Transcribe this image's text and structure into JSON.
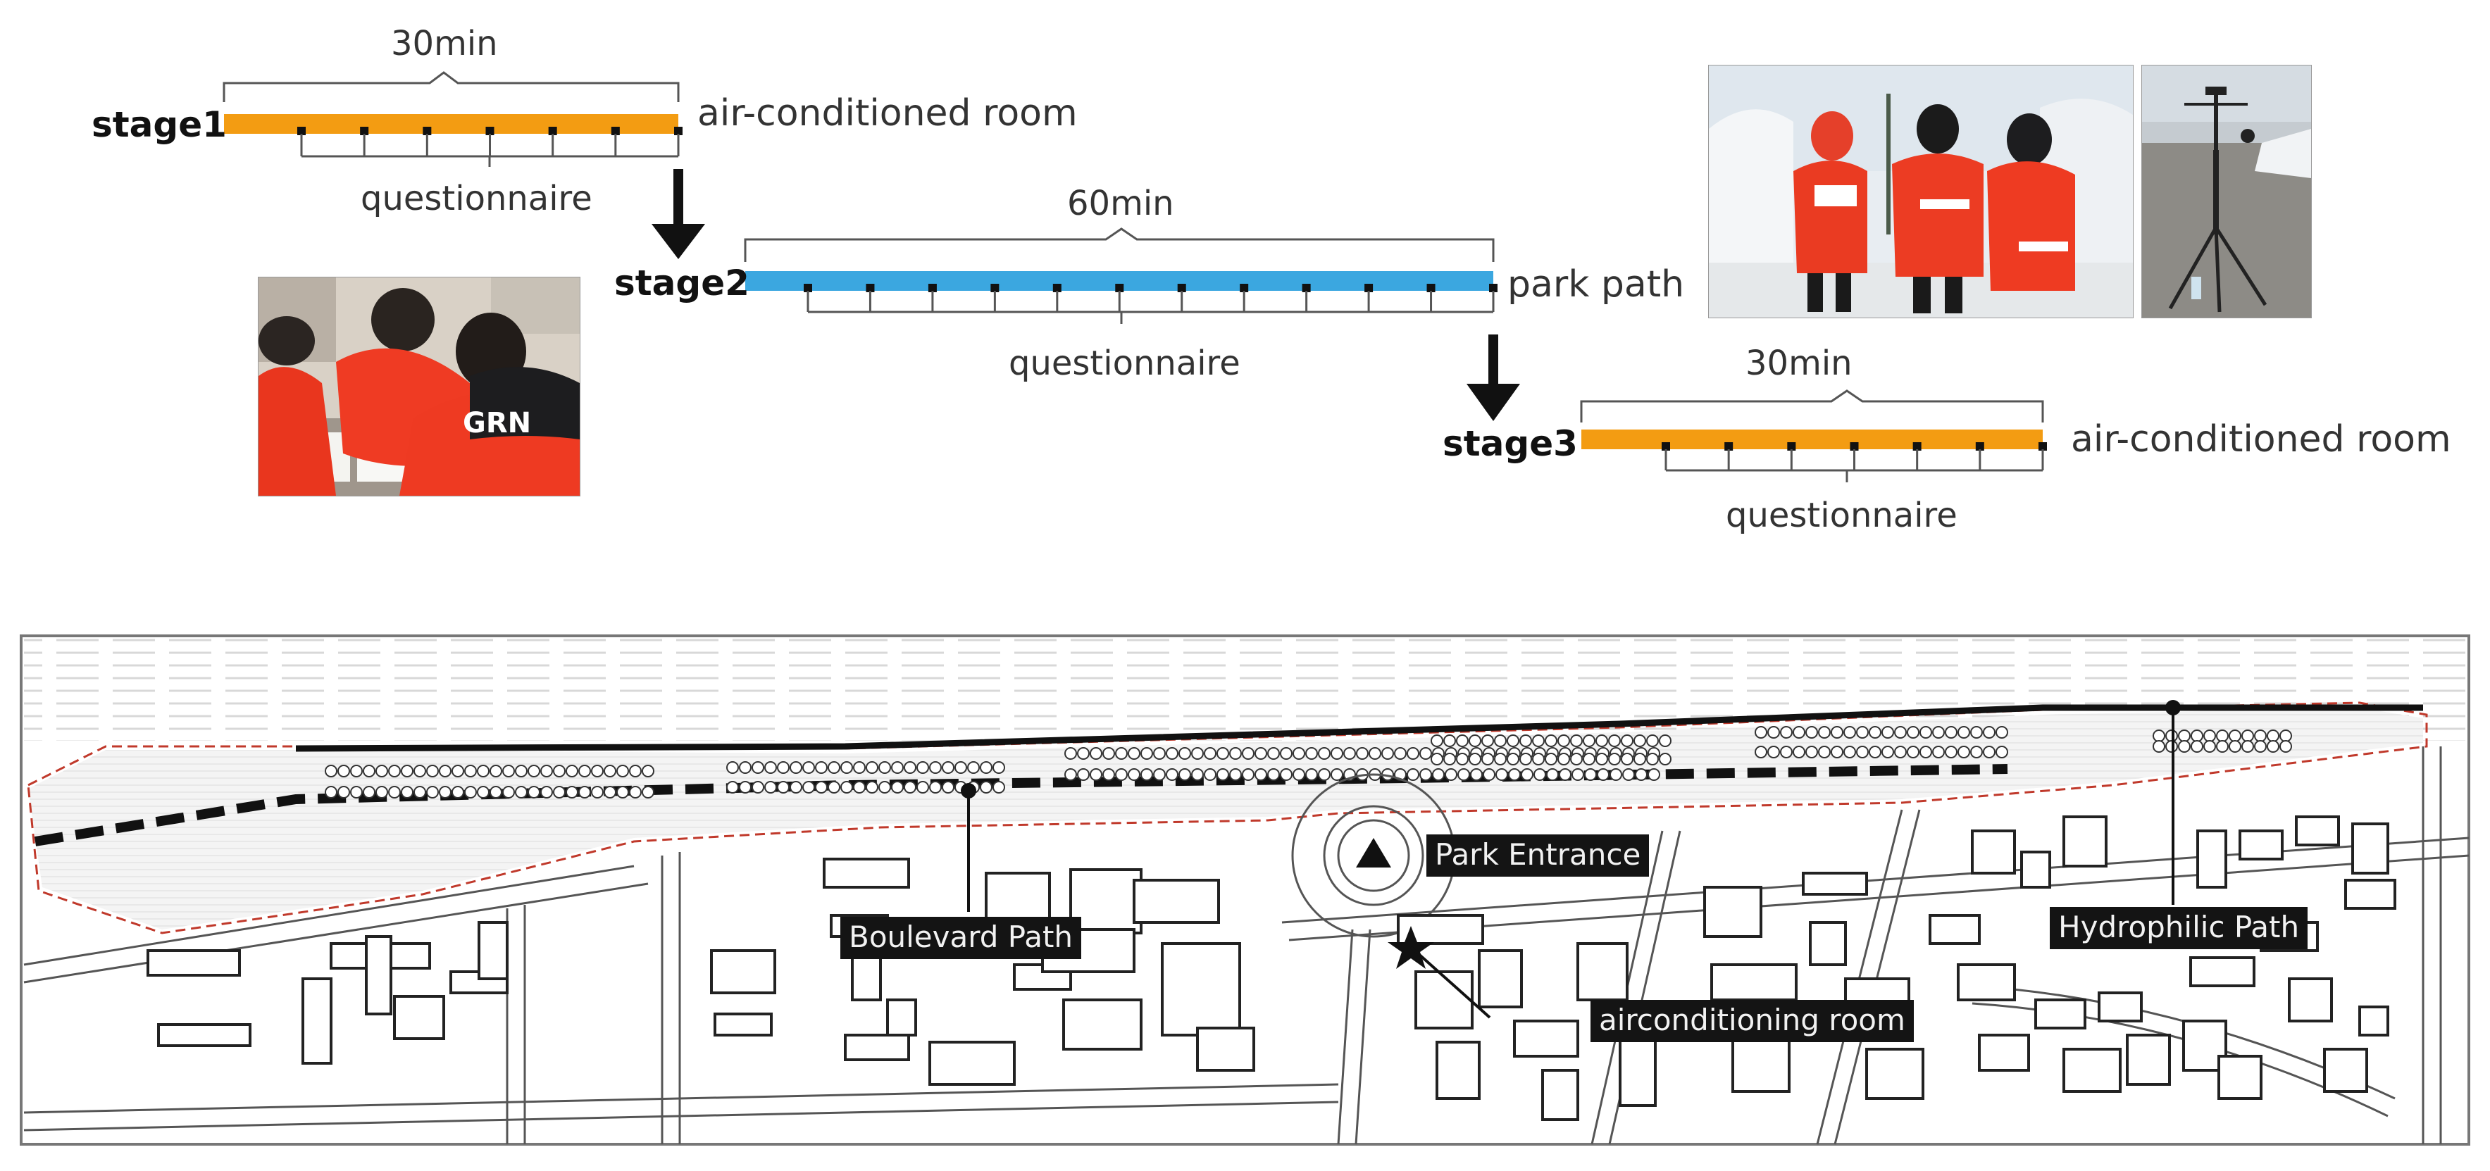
{
  "timeline": {
    "stages": [
      {
        "label": "stage1",
        "duration": "30min",
        "location": "air-conditioned room",
        "probe": "questionnaire",
        "color": "#f39c12"
      },
      {
        "label": "stage2",
        "duration": "60min",
        "location": "park path",
        "probe": "questionnaire",
        "color": "#3ba7e0"
      },
      {
        "label": "stage3",
        "duration": "30min",
        "location": "air-conditioned room",
        "probe": "questionnaire",
        "color": "#f39c12"
      }
    ]
  },
  "photos": {
    "indoor": {
      "jacket_text": "GRN"
    },
    "outdoor_people": {},
    "weather_station": {}
  },
  "map": {
    "labels": {
      "park_entrance": "Park Entrance",
      "boulevard_path": "Boulevard Path",
      "hydrophilic_path": "Hydrophilic Path",
      "aircon_room": "airconditioning room"
    },
    "colors": {
      "boundary": "#c0392b",
      "path": "#111111",
      "frame": "#777777"
    }
  }
}
